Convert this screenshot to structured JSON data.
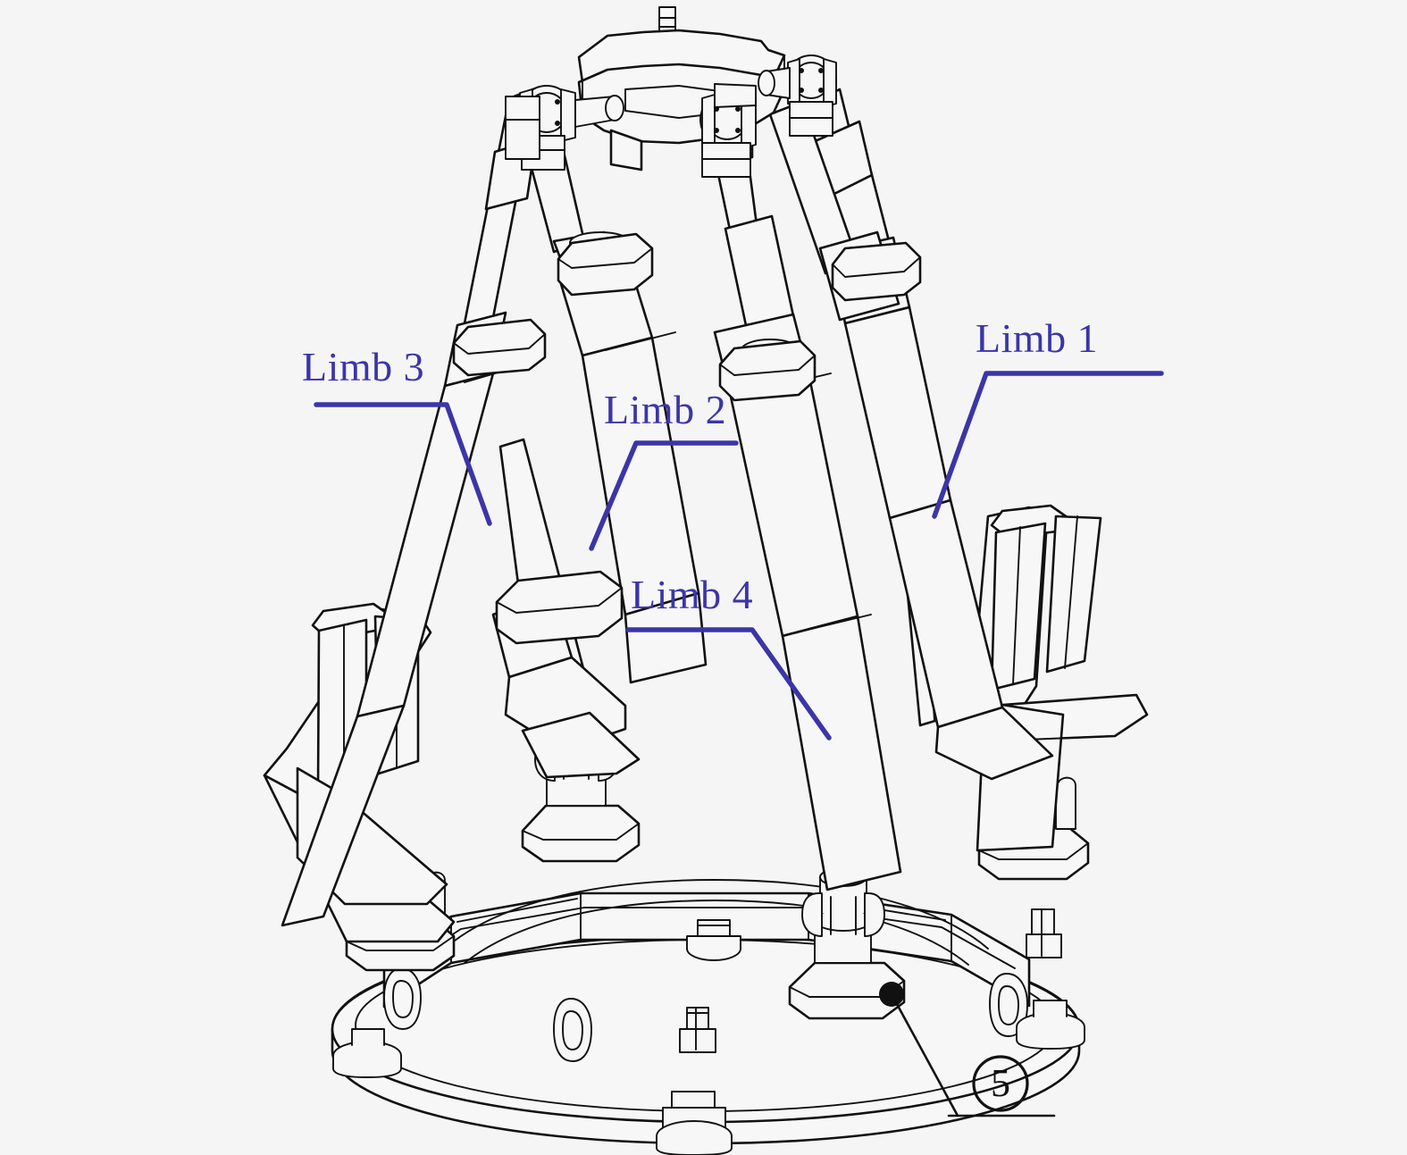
{
  "figure": {
    "type": "engineering-line-drawing",
    "subject": "four-limb parallel manipulator / Stewart-type motion platform",
    "background_color": "#f5f5f5",
    "line_color": "#111111",
    "annotation_color": "#3b35a8"
  },
  "annotations": {
    "limb1": {
      "label": "Limb 1"
    },
    "limb2": {
      "label": "Limb 2"
    },
    "limb3": {
      "label": "Limb 3"
    },
    "limb4": {
      "label": "Limb 4"
    }
  },
  "callouts": [
    {
      "number": "5"
    }
  ],
  "parts": {
    "moving_platform": "moving platform",
    "upper_universal_joints": "upper universal joints",
    "actuator_cylinders": "telescoping actuator cylinders",
    "guide_rails": "linear guide rails",
    "carriages": "slider carriages",
    "lower_universal_joints": "lower universal joints",
    "revolute_joints": "revolute joints",
    "base_frame": "octagonal base frame",
    "base_plate": "circular base plate",
    "lifting_eyes": "lifting eyes",
    "leveling_feet": "leveling feet",
    "anchor_bolts": "anchor bolts"
  }
}
